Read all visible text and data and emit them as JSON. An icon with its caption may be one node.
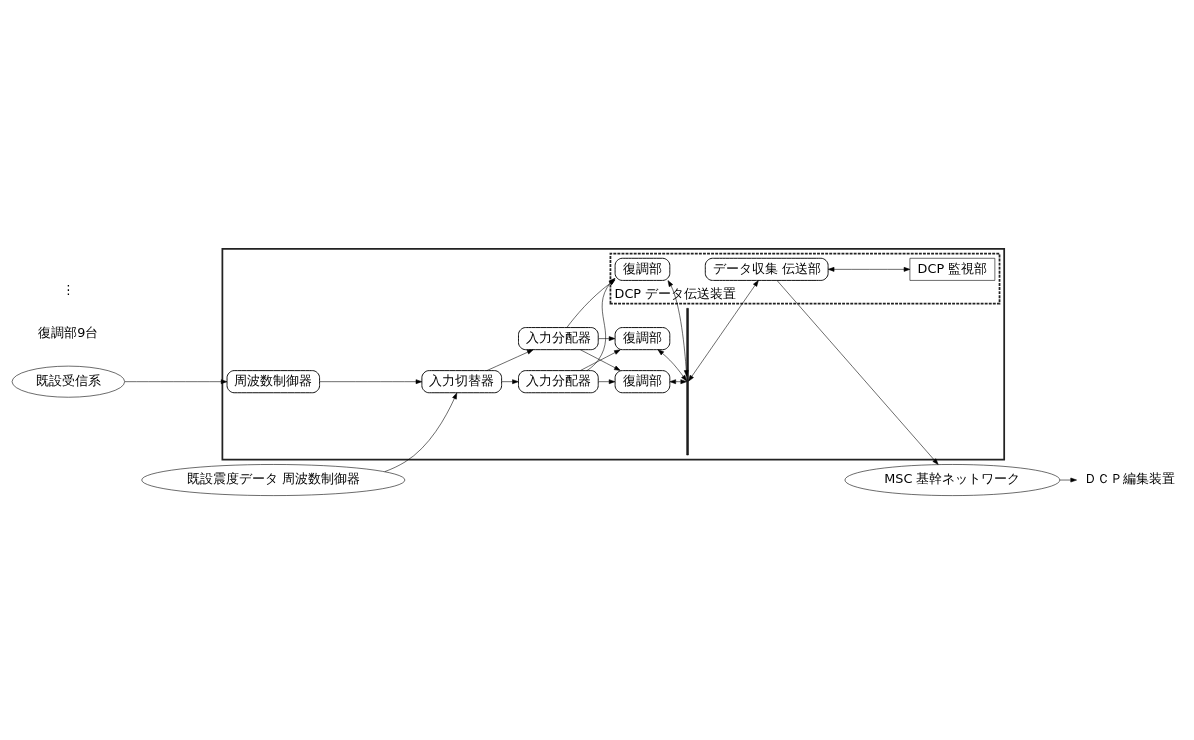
{
  "diagram": {
    "nodes": [
      {
        "text": [
          "既設受信系"
        ]
      },
      {
        "text": [
          "ＤＣＰ編集装置"
        ]
      },
      {
        "text": [
          "MSC 基幹ネットワーク"
        ]
      },
      {
        "text": [],
        "shape": "box"
      },
      {
        "text": [
          "周波数制御器"
        ],
        "in": 3
      },
      {
        "text": [
          "入力切替器"
        ],
        "in": 3
      },
      {
        "text": [
          "入力分配器"
        ],
        "in": 3
      },
      {
        "text": [
          "入力分配器"
        ],
        "in": 3
      },
      {
        "text": [
          "復調部"
        ],
        "in": 3
      },
      {
        "text": [
          "復調部"
        ],
        "in": 3
      },
      {
        "text": [],
        "shape": "bar",
        "in": 3
      },
      {
        "text": [
          "DCP データ伝送装置"
        ],
        "in": 3
      },
      {
        "text": [
          "復調部"
        ],
        "in": 11
      },
      {
        "text": [
          "データ収集 伝送部"
        ],
        "in": 11
      },
      {
        "text": [
          "DCP 監視部"
        ],
        "in": 11
      },
      {
        "text": [
          "既設震度データ 周波数制御器"
        ]
      }
    ],
    "edges": [
      {
        "from": 0,
        "to": 4,
        "arrow": "to"
      },
      {
        "from": 4,
        "to": 5,
        "arrow": "to"
      },
      {
        "from": 15,
        "to": 5,
        "arrow": "to"
      },
      {
        "from": 5,
        "to": 6,
        "arrow": "to"
      },
      {
        "from": 5,
        "to": 7,
        "arrow": "to"
      },
      {
        "from": 6,
        "to": 8,
        "arrow": "to"
      },
      {
        "from": 6,
        "to": 9,
        "arrow": "to"
      },
      {
        "from": 6,
        "to": 12,
        "arrow": "to"
      },
      {
        "from": 7,
        "to": 8,
        "arrow": "to"
      },
      {
        "from": 7,
        "to": 9,
        "arrow": "to"
      },
      {
        "from": 7,
        "to": 12,
        "arrow": "to"
      },
      {
        "from": 8,
        "to": 10,
        "arrow": "both"
      },
      {
        "from": 9,
        "to": 10,
        "arrow": "both"
      },
      {
        "from": 12,
        "to": 10,
        "arrow": "both"
      },
      {
        "from": 10,
        "to": 13,
        "arrow": "both"
      },
      {
        "from": 13,
        "to": 2,
        "arrow": "to"
      },
      {
        "from": 2,
        "to": 1,
        "arrow": "to"
      },
      {
        "from": 13,
        "to": 14,
        "arrow": "both"
      }
    ],
    "labels": [
      "復調部9台",
      "⋮"
    ]
  }
}
